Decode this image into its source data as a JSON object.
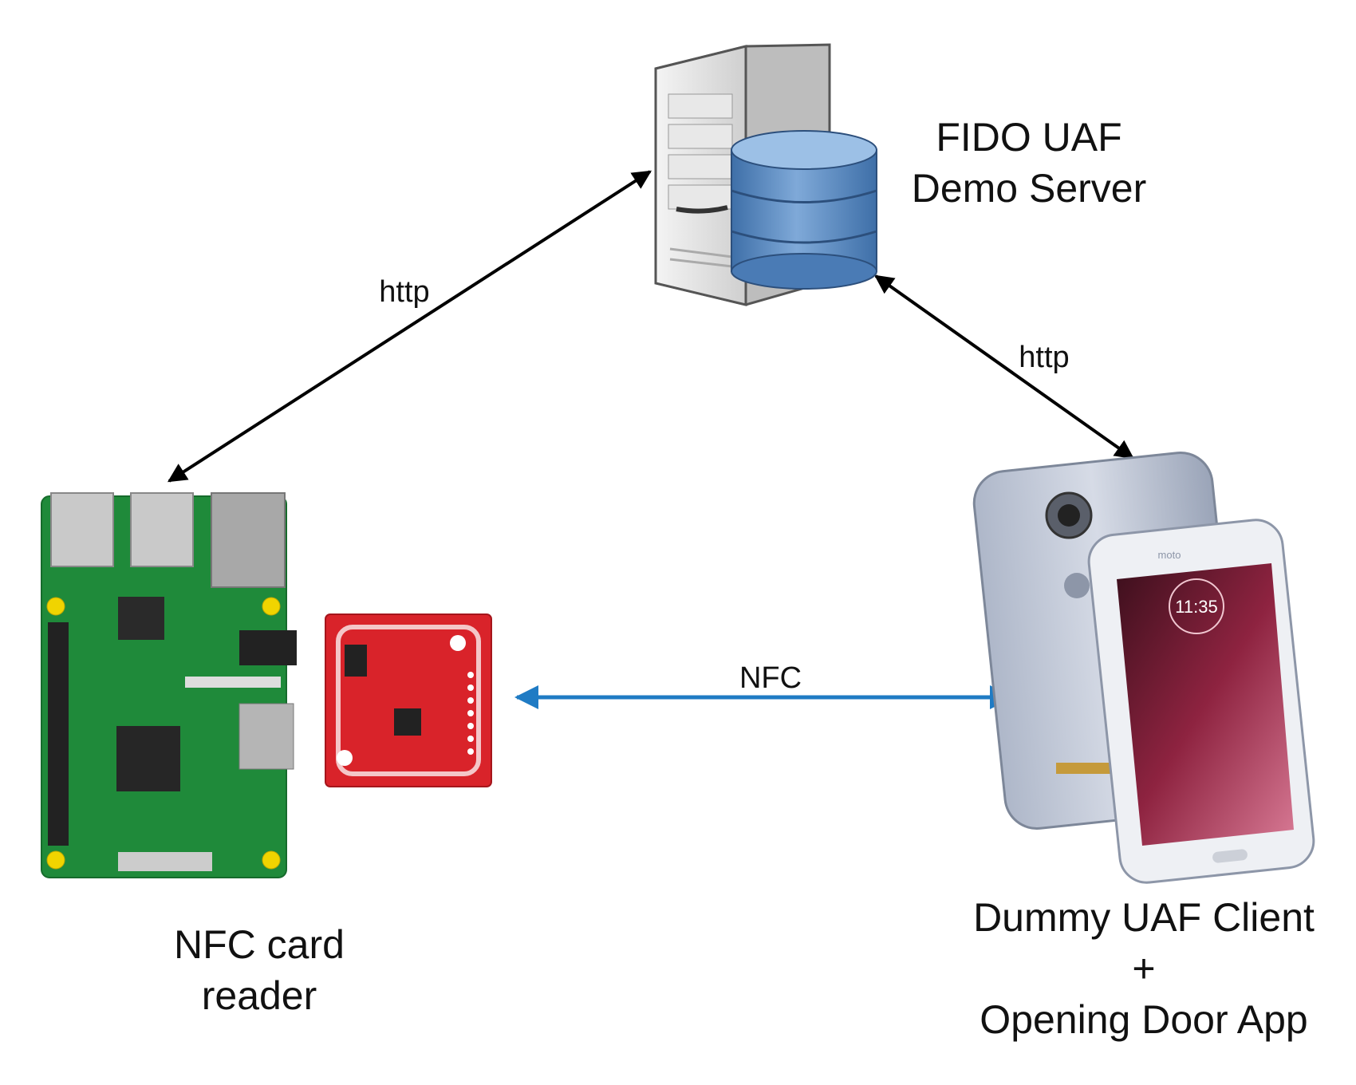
{
  "nodes": {
    "server": {
      "line1": "FIDO UAF",
      "line2": "Demo Server",
      "icon": "server-database-icon"
    },
    "reader": {
      "line1": "NFC card",
      "line2": "reader",
      "icon": "raspberry-pi-nfc-module-icon"
    },
    "client": {
      "line1": "Dummy UAF Client",
      "line2": "+",
      "line3": "Opening Door App",
      "icon": "smartphone-icon"
    }
  },
  "edges": {
    "reader_server": {
      "label": "http",
      "color": "#000000"
    },
    "server_client": {
      "label": "http",
      "color": "#000000"
    },
    "reader_client": {
      "label": "NFC",
      "color": "#1f7bc4"
    }
  },
  "phone_screen": {
    "time": "11:35",
    "brand": "moto"
  },
  "colors": {
    "board_green": "#1f8a3a",
    "module_red": "#d9232a",
    "db_blue": "#5b8fc9"
  }
}
